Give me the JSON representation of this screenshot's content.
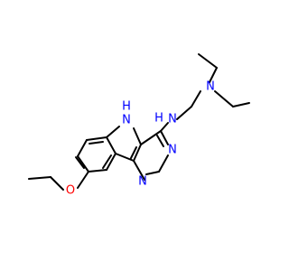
{
  "molecule": {
    "atoms": {
      "nh": {
        "text": "N",
        "sub": "H"
      },
      "n_amine": {
        "text": "N",
        "sub": "H"
      },
      "n_pyr_top": {
        "text": "N"
      },
      "n_pyr_bottom": {
        "text": "N"
      },
      "n_diethyl": {
        "text": "N"
      },
      "o_ether": {
        "text": "O"
      }
    },
    "colors": {
      "bond": "#000000",
      "nitrogen": "#0000ff",
      "oxygen": "#ff0000"
    }
  }
}
